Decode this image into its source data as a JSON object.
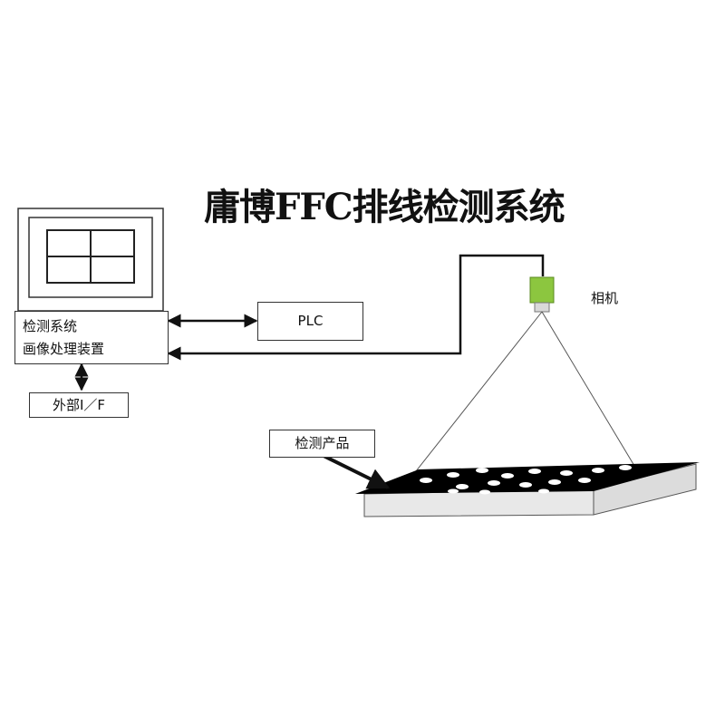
{
  "title": "庸博FFC排线检测系统",
  "nodes": {
    "processor_line1": "检测系统",
    "processor_line2": "画像处理装置",
    "plc": "PLC",
    "external_if": "外部I／F",
    "camera": "相机",
    "product": "检测产品"
  },
  "colors": {
    "camera": "#8cc63f",
    "line": "#111111",
    "board": "#000000",
    "base": "#e8e8e8"
  }
}
